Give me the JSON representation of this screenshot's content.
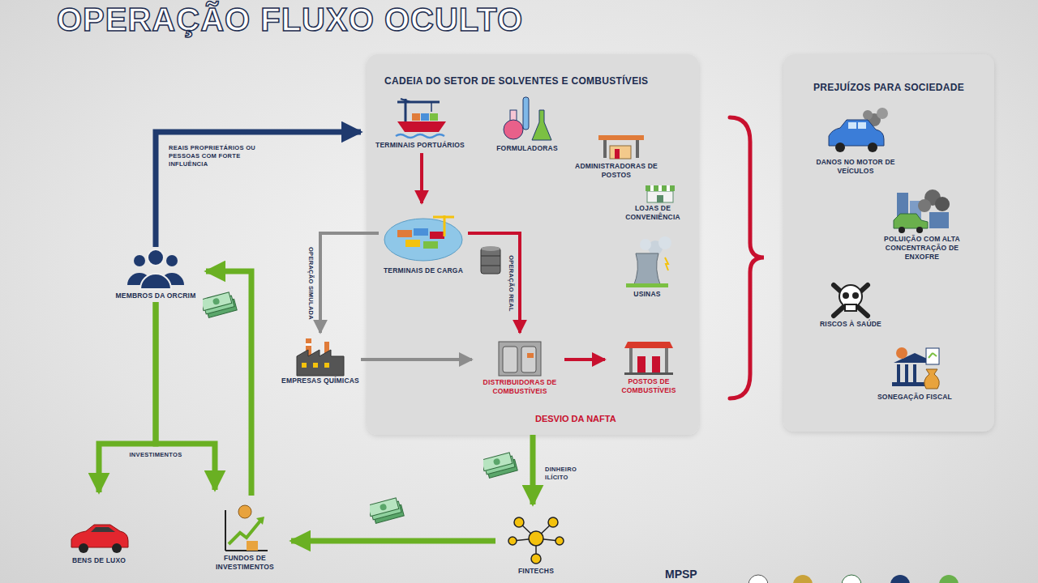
{
  "diagram": {
    "title": "OPERAÇÃO FLUXO OCULTO",
    "nodes": [
      {
        "text": [
          "CADEIA DO SETOR DE SOLVENTES E COMBUSTÍVEIS"
        ]
      },
      {
        "text": [
          "TERMINAIS PORTUÁRIOS"
        ],
        "in": 0
      },
      {
        "text": [
          "FORMULADORAS"
        ],
        "in": 0
      },
      {
        "text": [
          "ADMINISTRADORAS DE POSTOS"
        ],
        "in": 0
      },
      {
        "text": [
          "LOJAS DE CONVENIÊNCIA"
        ],
        "in": 0
      },
      {
        "text": [
          "TERMINAIS DE CARGA"
        ],
        "in": 0
      },
      {
        "text": [
          "USINAS"
        ],
        "in": 0
      },
      {
        "text": [
          "DISTRIBUIDORAS DE COMBUSTÍVEIS"
        ],
        "in": 0
      },
      {
        "text": [
          "POSTOS DE COMBUSTÍVEIS"
        ],
        "in": 0
      },
      {
        "text": [
          "PREJUÍZOS PARA SOCIEDADE"
        ]
      },
      {
        "text": [
          "DANOS NO MOTOR DE VEÍCULOS"
        ],
        "in": 9
      },
      {
        "text": [
          "POLUIÇÃO COM ALTA CONCENTRAÇÃO DE ENXOFRE"
        ],
        "in": 9
      },
      {
        "text": [
          "RISCOS À SAÚDE"
        ],
        "in": 9
      },
      {
        "text": [
          "SONEGAÇÃO FISCAL"
        ],
        "in": 9
      },
      {
        "text": [
          "MEMBROS DA ORCRIM"
        ]
      },
      {
        "text": [
          "EMPRESAS QUÍMICAS"
        ]
      },
      {
        "text": [
          "FINTECHS"
        ]
      },
      {
        "text": [
          "FUNDOS DE INVESTIMENTOS"
        ]
      },
      {
        "text": [
          "BENS DE LUXO"
        ]
      }
    ],
    "edges": [
      {
        "from": 14,
        "to": 0,
        "arrow": "to",
        "label": "REAIS PROPRIETÁRIOS OU PESSOAS COM FORTE INFLUÊNCIA"
      },
      {
        "from": 1,
        "to": 5,
        "arrow": "to"
      },
      {
        "from": 5,
        "to": 15,
        "arrow": "to",
        "label": "OPERAÇÃO SIMULADA"
      },
      {
        "from": 5,
        "to": 7,
        "arrow": "to",
        "label": "OPERAÇÃO REAL"
      },
      {
        "from": 15,
        "to": 7,
        "arrow": "to"
      },
      {
        "from": 7,
        "to": 8,
        "arrow": "to"
      },
      {
        "from": 0,
        "to": 16,
        "arrow": "to",
        "label": "DINHEIRO ILÍCITO"
      },
      {
        "from": 16,
        "to": 17,
        "arrow": "to"
      },
      {
        "from": 17,
        "to": 14,
        "arrow": "to"
      },
      {
        "from": 14,
        "to": 18,
        "arrow": "to",
        "label": "INVESTIMENTOS"
      },
      {
        "from": 14,
        "to": 17,
        "arrow": "to"
      }
    ],
    "labels": [
      "DESVIO DA NAFTA",
      "MPSP"
    ]
  }
}
